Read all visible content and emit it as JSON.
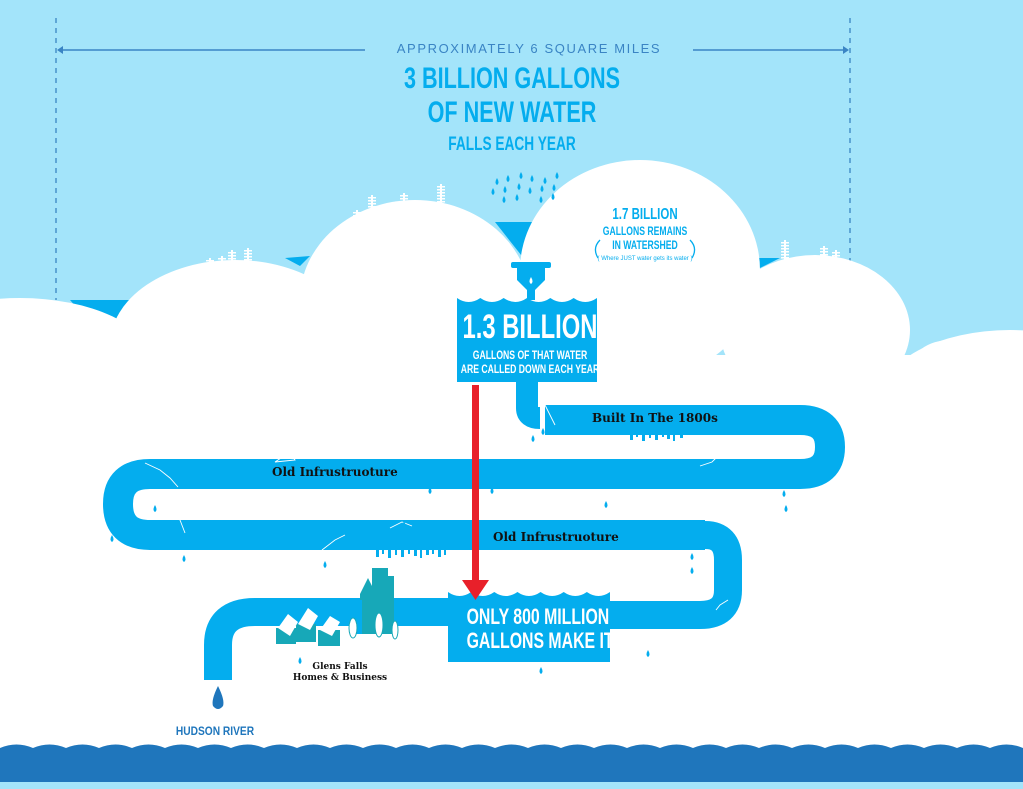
{
  "colors": {
    "sky": "#a3e4fa",
    "pipe": "#04adee",
    "dark_blue": "#1f76bc",
    "measure": "#3a84c4",
    "red_arrow": "#e8202a",
    "teal_city": "#17a8b8",
    "white": "#ffffff",
    "label_black": "#111111"
  },
  "header": {
    "measure_label": "APPROXIMATELY 6 SQUARE MILES",
    "title_line1": "3 BILLION GALLONS",
    "title_line2": "OF NEW WATER",
    "title_line3": "FALLS EACH YEAR"
  },
  "watershed": {
    "amount": "1.7 BILLION",
    "line2": "GALLONS REMAINS",
    "line3": "IN WATERSHED",
    "note": "( Where JUST water gets its water )"
  },
  "intake": {
    "amount": "1.3 BILLION",
    "line2": "GALLONS OF THAT WATER",
    "line3": "ARE CALLED DOWN EACH YEAR"
  },
  "pipe_labels": {
    "built": "Built In The 1800s",
    "old1": "Old Infrustruoture",
    "old2": "Old Infrustruoture"
  },
  "delivery": {
    "line1": "ONLY 800 MILLION",
    "line2": "GALLONS MAKE IT"
  },
  "city": {
    "line1": "Glens Falls",
    "line2": "Homes & Business"
  },
  "river": {
    "label": "HUDSON RIVER"
  },
  "icons": [
    "rain-drops-icon",
    "tree-icon",
    "house-icon",
    "building-icon",
    "water-drop-icon",
    "red-arrow-icon",
    "faucet-icon",
    "rabbit-icon"
  ]
}
